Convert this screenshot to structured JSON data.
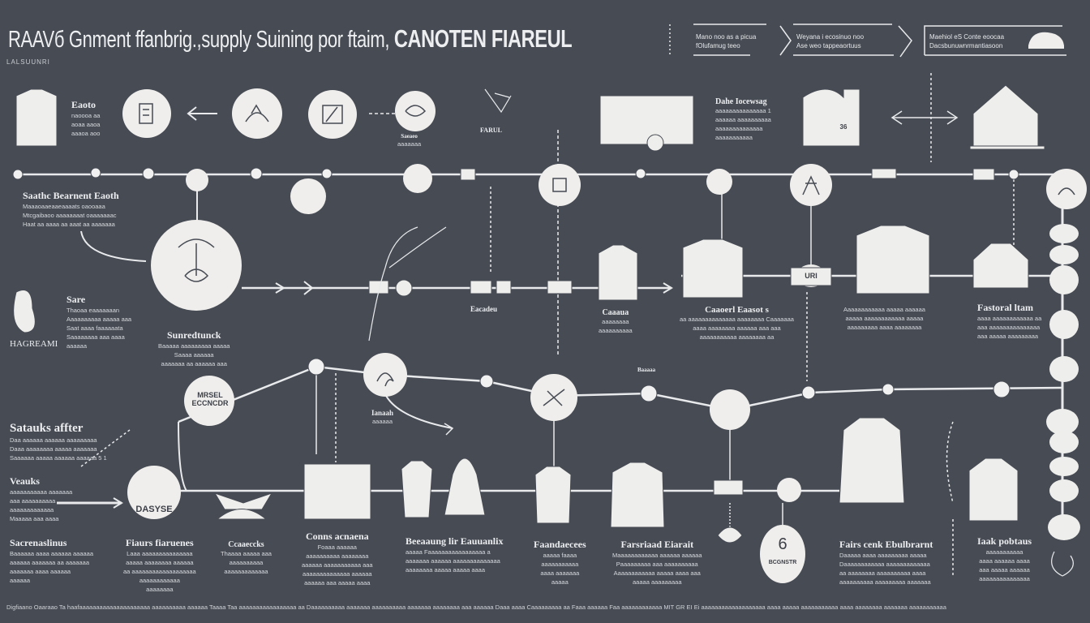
{
  "header": {
    "title_part1": "RAAVб Gnment ffanbrig.,supply Suining por ftaim,",
    "title_part2": "CANOTEN FIAREUL",
    "subtitle": "LALSUUNRI",
    "boxes": [
      {
        "lines": [
          "Mano noo as a picua",
          "fOlufamug teeo"
        ]
      },
      {
        "lines": [
          "Weyana i ecosinuo noo",
          "Ase weo tappeaortuus"
        ]
      },
      {
        "lines": [
          "Maehiol eS Conte eoocaa",
          "Dacsbunuwnrmantiasoon"
        ]
      }
    ]
  },
  "blocks": [
    {
      "title": "Eaoto",
      "lines": [
        "naoooa aa",
        "aoaa aaoa",
        "aaaoa aoo"
      ]
    },
    {
      "title": "Saathc Bearnent Eaoth",
      "lines": [
        "Maaaoaaeaaeaaaats oaooaaa",
        "Mtcgaibaoo aaaaaaaat oaaaaaaac",
        "Haat aa aaaa aa aaat aa aaaaaaa"
      ]
    },
    {
      "title": "Sare",
      "lines": [
        "Thaoaa eaaaaaaan",
        "Aaaaaaaaaa aaaaa aaa",
        "Saat aaaa faaaaaata",
        "Saaaaaaaa aaa aaaa",
        "aaaaaa"
      ]
    },
    {
      "title": "Sunredtunck",
      "lines": [
        "Baaaaa aaaaaaaaa aaaaa",
        "Saaaa aaaaaa",
        "aaaaaaa aa aaaaaa aaa"
      ]
    },
    {
      "title": "Satauks affter",
      "lines": [
        "Daa aaaaaa aaaaaa aaaaaaaaa",
        "Daaa aaaaaaaa aaaaa aaaaaaa",
        "Saaaaaa aaaaa aaaaaa aaaaaa 5 1"
      ]
    },
    {
      "title": "Veauks",
      "lines": [
        "aaaaaaaaaaa aaaaaaa",
        "aaa aaaaaaaaaa",
        "aaaaaaaaaaaaa",
        "Maaaaa aaa aaaa"
      ]
    },
    {
      "title": "Sacrenaslinus",
      "lines": [
        "Baaaaaa aaaa aaaaaa aaaaaa",
        "aaaaaa aaaaaaa aa aaaaaaa",
        "aaaaaaa aaaa aaaaaa",
        "aaaaaa"
      ]
    },
    {
      "title": "Fiaurs fiaruenes",
      "lines": [
        "Laaa aaaaaaaaaaaaaaa",
        "aaaaa aaaaaaaa aaaaaa",
        "aa aaaaaaaaaaaaaaaaaaa",
        "aaaaaaaaaaaa",
        "aaaaaaaa"
      ]
    },
    {
      "title": "Ccaaeccks",
      "lines": [
        "Thaaaa aaaaa aaa",
        "aaaaaaaaaa",
        "aaaaaaaaaaaaa"
      ]
    },
    {
      "title": "Conns acnaena",
      "lines": [
        "Foaaa aaaaaa",
        "aaaaaaaaaa aaaaaaaa",
        "aaaaaa aaaaaaaaaaa aaa",
        "aaaaaaaaaaaaaa aaaaaa",
        "aaaaaa aaa aaaaa aaaa"
      ]
    },
    {
      "title": "Beeaaung lir Eauuanlix",
      "lines": [
        "aaaaa Faaaaaaaaaaaaaaaaa a",
        "aaaaaaa aaaaaa aaaaaaaaaaaaaa",
        "aaaaaaaa aaaaa aaaaa aaaa"
      ]
    },
    {
      "title": "Faandaecees",
      "lines": [
        "aaaaa faaaa",
        "aaaaaaaaaaa",
        "aaaa aaaaaaa",
        "aaaaa"
      ]
    },
    {
      "title": "Farsriaad Eiarait",
      "lines": [
        "Maaaaaaaaaaaa aaaaaa aaaaaa",
        "Paaaaaaaaa aaa aaaaaaaaaa",
        "Aaaaaaaaaaaa aaaaa aaaa aaa",
        "aaaaa aaaaaaaaa"
      ]
    },
    {
      "title": "Fairs cenk Ebulbrarnt",
      "lines": [
        "Daaaaa aaaa aaaaaaaaa aaaaa",
        "Daaaaaaaaaaaa aaaaaaaaaaaaa",
        "aa aaaaaaaa aaaaaaaaaa aaaa",
        "aaaaaaaaaa aaaaaaaaa aaaaaaa"
      ]
    },
    {
      "title": "Iaak pobtaus",
      "lines": [
        "aaaaaaaaaaa",
        "aaaa aaaaaa aaaa",
        "aaa aaaaa aaaaaa",
        "aaaaaaaaaaaaaaa"
      ]
    },
    {
      "title": "Caaaua",
      "lines": [
        "aaaaaaaa",
        "aaaaaaaaaa"
      ]
    },
    {
      "title": "Caaoerl Eaasot s",
      "lines": [
        "aa aaaaaaaaaaaaaa aaaaaaaa Caaaaaaa",
        "aaaa aaaaaaaa aaaaaa aaa aaa",
        "aaaaaaaaaaa aaaaaaaa aa"
      ]
    },
    {
      "title": "",
      "lines": [
        "Aaaaaaaaaaaa aaaaa aaaaaa",
        "aaaaa aaaaaaaaaaaa aaaaa",
        "aaaaaaaaa aaaa aaaaaaaa"
      ]
    },
    {
      "title": "Fastoral ltam",
      "lines": [
        "aaaa aaaaaaaaaaaa aa",
        "aaa aaaaaaaaaaaaaaa",
        "aaa aaaaa aaaaaaaaa"
      ]
    },
    {
      "title": "Dahe Iocewsag",
      "lines": [
        "aaaaaaaaaaaaaaa 1",
        "aaaaaa aaaaaaaaaa",
        "aaaaaaaaaaaaaa",
        "aaaaaaaaaaa"
      ]
    },
    {
      "title": "Eacadeu",
      "lines": []
    },
    {
      "title": "Ianaah",
      "lines": [
        "aaaaaa"
      ]
    },
    {
      "title": "HAGREAMI",
      "lines": []
    },
    {
      "title": "FARUL",
      "lines": []
    },
    {
      "title": "Saeaeo",
      "lines": [
        "aaaaaaa"
      ]
    },
    {
      "title": "Baaaaa",
      "lines": []
    }
  ],
  "nodes": {
    "mrsel": "MRSEL ECCNCDR",
    "dasyse": "DASYSE",
    "six": "6",
    "six_sub": "BCGNSTR",
    "factory_number": "36",
    "uri": "URI"
  },
  "footer": "Digfiaano Oaaraao Ta haafaaaaaaaaaaaaaaaaaaaaa aaaaaaaaaa aaaaaa Taaaa Taa aaaaaaaaaaaaaaaaa aa Daaaaaaaaaa aaaaaaa aaaaaaaaaa aaaaaaa aaaaaaaa aaa aaaaaa Daaa aaaa Caaaaaaaaa aa Faaa aaaaaa Faa aaaaaaaaaaaa MIT GR EI Ei aaaaaaaaaaaaaaaaaaa aaaa aaaaa aaaaaaaaaaa aaaa aaaaaaaa aaaaaaa aaaaaaaaaaa"
}
